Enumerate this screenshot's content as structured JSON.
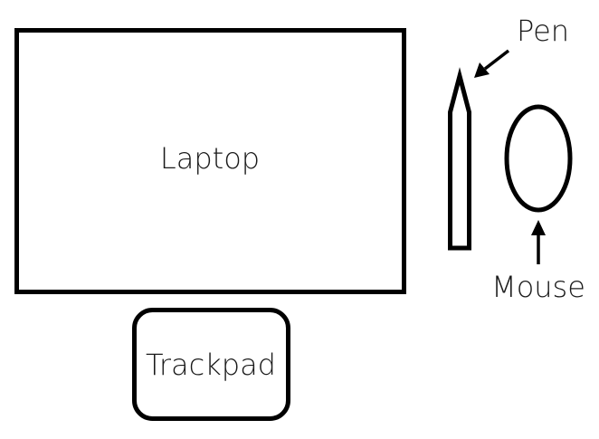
{
  "diagram": {
    "laptop_label": "Laptop",
    "trackpad_label": "Trackpad",
    "pen_label": "Pen",
    "mouse_label": "Mouse"
  }
}
